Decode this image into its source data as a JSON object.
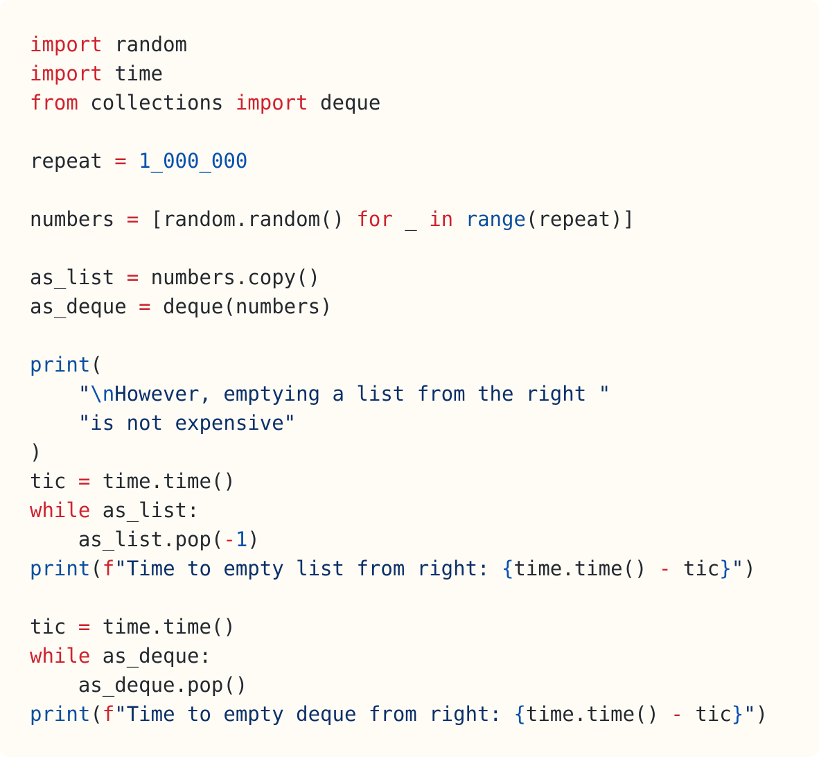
{
  "colors": {
    "background": "#fffcf5",
    "plain": "#24292f",
    "keyword": "#cf222e",
    "operator": "#cf222e",
    "number": "#0550ae",
    "builtin": "#0a4f9e",
    "string": "#0a3069"
  },
  "code": {
    "lines": [
      [
        {
          "t": "kw",
          "v": "import"
        },
        {
          "t": "plain",
          "v": " random"
        }
      ],
      [
        {
          "t": "kw",
          "v": "import"
        },
        {
          "t": "plain",
          "v": " time"
        }
      ],
      [
        {
          "t": "kw",
          "v": "from"
        },
        {
          "t": "plain",
          "v": " collections "
        },
        {
          "t": "kw",
          "v": "import"
        },
        {
          "t": "plain",
          "v": " deque"
        }
      ],
      [],
      [
        {
          "t": "plain",
          "v": "repeat "
        },
        {
          "t": "op",
          "v": "="
        },
        {
          "t": "plain",
          "v": " "
        },
        {
          "t": "num",
          "v": "1_000_000"
        }
      ],
      [],
      [
        {
          "t": "plain",
          "v": "numbers "
        },
        {
          "t": "op",
          "v": "="
        },
        {
          "t": "plain",
          "v": " [random.random() "
        },
        {
          "t": "kw",
          "v": "for"
        },
        {
          "t": "plain",
          "v": " _ "
        },
        {
          "t": "kw",
          "v": "in"
        },
        {
          "t": "plain",
          "v": " "
        },
        {
          "t": "builtin",
          "v": "range"
        },
        {
          "t": "plain",
          "v": "(repeat)]"
        }
      ],
      [],
      [
        {
          "t": "plain",
          "v": "as_list "
        },
        {
          "t": "op",
          "v": "="
        },
        {
          "t": "plain",
          "v": " numbers.copy()"
        }
      ],
      [
        {
          "t": "plain",
          "v": "as_deque "
        },
        {
          "t": "op",
          "v": "="
        },
        {
          "t": "plain",
          "v": " deque(numbers)"
        }
      ],
      [],
      [
        {
          "t": "builtin",
          "v": "print"
        },
        {
          "t": "plain",
          "v": "("
        }
      ],
      [
        {
          "t": "plain",
          "v": "    "
        },
        {
          "t": "str",
          "v": "\""
        },
        {
          "t": "esc",
          "v": "\\n"
        },
        {
          "t": "str",
          "v": "However, emptying a list from the right \""
        }
      ],
      [
        {
          "t": "plain",
          "v": "    "
        },
        {
          "t": "str",
          "v": "\"is not expensive\""
        }
      ],
      [
        {
          "t": "plain",
          "v": ")"
        }
      ],
      [
        {
          "t": "plain",
          "v": "tic "
        },
        {
          "t": "op",
          "v": "="
        },
        {
          "t": "plain",
          "v": " time.time()"
        }
      ],
      [
        {
          "t": "kw",
          "v": "while"
        },
        {
          "t": "plain",
          "v": " as_list:"
        }
      ],
      [
        {
          "t": "plain",
          "v": "    as_list.pop("
        },
        {
          "t": "op",
          "v": "-"
        },
        {
          "t": "num",
          "v": "1"
        },
        {
          "t": "plain",
          "v": ")"
        }
      ],
      [
        {
          "t": "builtin",
          "v": "print"
        },
        {
          "t": "plain",
          "v": "("
        },
        {
          "t": "kw",
          "v": "f"
        },
        {
          "t": "str",
          "v": "\"Time to empty list from right: "
        },
        {
          "t": "brace",
          "v": "{"
        },
        {
          "t": "plain",
          "v": "time.time() "
        },
        {
          "t": "op",
          "v": "-"
        },
        {
          "t": "plain",
          "v": " tic"
        },
        {
          "t": "brace",
          "v": "}"
        },
        {
          "t": "str",
          "v": "\""
        },
        {
          "t": "plain",
          "v": ")"
        }
      ],
      [],
      [
        {
          "t": "plain",
          "v": "tic "
        },
        {
          "t": "op",
          "v": "="
        },
        {
          "t": "plain",
          "v": " time.time()"
        }
      ],
      [
        {
          "t": "kw",
          "v": "while"
        },
        {
          "t": "plain",
          "v": " as_deque:"
        }
      ],
      [
        {
          "t": "plain",
          "v": "    as_deque.pop()"
        }
      ],
      [
        {
          "t": "builtin",
          "v": "print"
        },
        {
          "t": "plain",
          "v": "("
        },
        {
          "t": "kw",
          "v": "f"
        },
        {
          "t": "str",
          "v": "\"Time to empty deque from right: "
        },
        {
          "t": "brace",
          "v": "{"
        },
        {
          "t": "plain",
          "v": "time.time() "
        },
        {
          "t": "op",
          "v": "-"
        },
        {
          "t": "plain",
          "v": " tic"
        },
        {
          "t": "brace",
          "v": "}"
        },
        {
          "t": "str",
          "v": "\""
        },
        {
          "t": "plain",
          "v": ")"
        }
      ]
    ]
  }
}
